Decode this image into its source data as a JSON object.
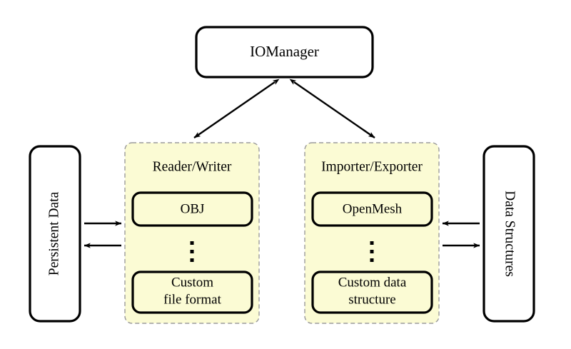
{
  "diagram": {
    "title_box": {
      "label": "IOManager"
    },
    "left_store": {
      "label": "Persistent Data",
      "orientation": "vertical-up"
    },
    "right_store": {
      "label": "Data Structures",
      "orientation": "vertical-down"
    },
    "groups": [
      {
        "id": "reader-writer",
        "label": "Reader/Writer",
        "items": [
          {
            "id": "obj",
            "lines": [
              "OBJ"
            ]
          },
          {
            "id": "ellipsis",
            "lines": [
              "⋮"
            ]
          },
          {
            "id": "custom-file-format",
            "lines": [
              "Custom",
              "file format"
            ]
          }
        ]
      },
      {
        "id": "importer-exporter",
        "label": "Importer/Exporter",
        "items": [
          {
            "id": "openmesh",
            "lines": [
              "OpenMesh"
            ]
          },
          {
            "id": "ellipsis",
            "lines": [
              "⋮"
            ]
          },
          {
            "id": "custom-data-structure",
            "lines": [
              "Custom data",
              "structure"
            ]
          }
        ]
      }
    ],
    "connections": [
      {
        "id": "iomanager-readerwriter",
        "type": "double-arrow",
        "from": "IOManager",
        "to": "Reader/Writer"
      },
      {
        "id": "iomanager-importerexporter",
        "type": "double-arrow",
        "from": "IOManager",
        "to": "Importer/Exporter"
      },
      {
        "id": "persistentdata-to-readerwriter",
        "type": "arrow",
        "from": "Persistent Data",
        "to": "Reader/Writer"
      },
      {
        "id": "readerwriter-to-persistentdata",
        "type": "arrow",
        "from": "Reader/Writer",
        "to": "Persistent Data"
      },
      {
        "id": "datastructures-to-importerexporter",
        "type": "arrow",
        "from": "Data Structures",
        "to": "Importer/Exporter"
      },
      {
        "id": "importerexporter-to-datastructures",
        "type": "arrow",
        "from": "Importer/Exporter",
        "to": "Data Structures"
      }
    ],
    "colors": {
      "panel_fill": "#fbfbd4",
      "panel_stroke": "#9b9b9b",
      "box_stroke": "#000000",
      "background": "#ffffff"
    }
  }
}
